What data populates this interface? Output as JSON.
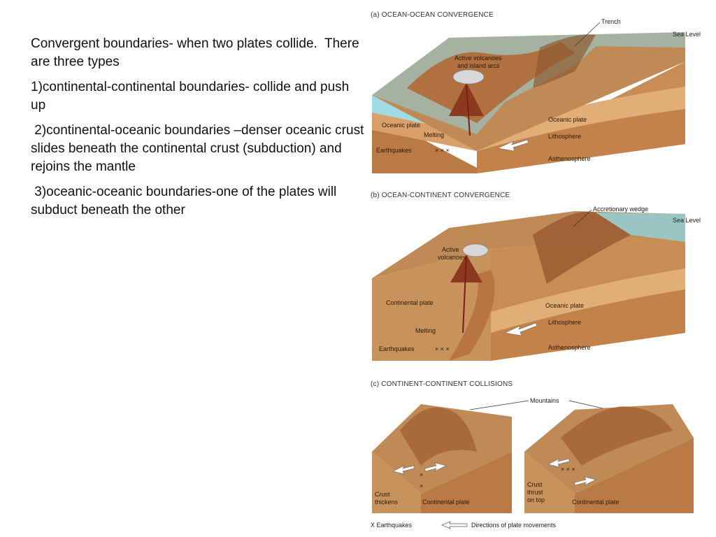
{
  "text": {
    "paragraphs": [
      "Convergent boundaries- when two plates collide.  There are three types",
      "1)continental-continental boundaries- collide and push up",
      " 2)continental-oceanic boundaries –denser oceanic crust slides beneath the continental crust (subduction) and rejoins the mantle",
      " 3)oceanic-oceanic boundaries-one of the plates will subduct beneath the other"
    ]
  },
  "figure": {
    "panel_a": {
      "caption": "(a) OCEAN-OCEAN CONVERGENCE",
      "labels": {
        "trench": "Trench",
        "sea_level": "Sea Level",
        "volcanoes_1": "Active volcanoes",
        "volcanoes_2": "and island arcs",
        "oceanic_plate_left": "Oceanic plate",
        "oceanic_plate_right": "Oceanic plate",
        "melting": "Melting",
        "lithosphere": "Lithosphere",
        "earthquakes": "Earthquakes",
        "asthenosphere": "Asthenosphere"
      }
    },
    "panel_b": {
      "caption": "(b) OCEAN-CONTINENT CONVERGENCE",
      "labels": {
        "wedge": "Accretionary wedge",
        "sea_level": "Sea Level",
        "volcanoes_1": "Active",
        "volcanoes_2": "volcanoes",
        "continental_plate": "Continental plate",
        "oceanic_plate": "Oceanic plate",
        "lithosphere": "Lithosphere",
        "melting": "Melting",
        "earthquakes": "Earthquakes",
        "asthenosphere": "Asthenosphere"
      }
    },
    "panel_c": {
      "caption": "(c) CONTINENT-CONTINENT COLLISIONS",
      "labels": {
        "mountains": "Mountains",
        "crust_thickens_1": "Crust",
        "crust_thickens_2": "thickens",
        "continental_plate_left": "Continental plate",
        "crust_thrust_1": "Crust",
        "crust_thrust_2": "thrust",
        "crust_thrust_3": "on top",
        "continental_plate_right": "Continental plate"
      }
    },
    "legend": {
      "earthquakes": "X  Earthquakes",
      "directions": "Directions of plate movements"
    }
  },
  "colors": {
    "water": "#8fd3de",
    "crust_top": "#c08a57",
    "crust_side": "#b97a45",
    "crust_dark": "#8e5a30",
    "mantle": "#cf955f"
  }
}
